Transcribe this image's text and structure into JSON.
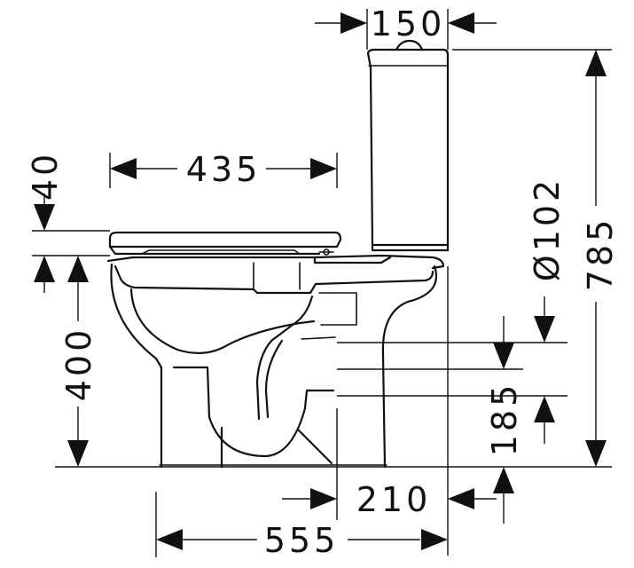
{
  "dimensions": {
    "tank_depth": "150",
    "seat_length": "435",
    "seat_thickness": "40",
    "outlet_diameter": "Ø102",
    "total_height": "785",
    "seat_height": "400",
    "outlet_height": "185",
    "outlet_offset": "210",
    "total_length": "555"
  },
  "colors": {
    "line": "#111111",
    "background": "#ffffff"
  }
}
